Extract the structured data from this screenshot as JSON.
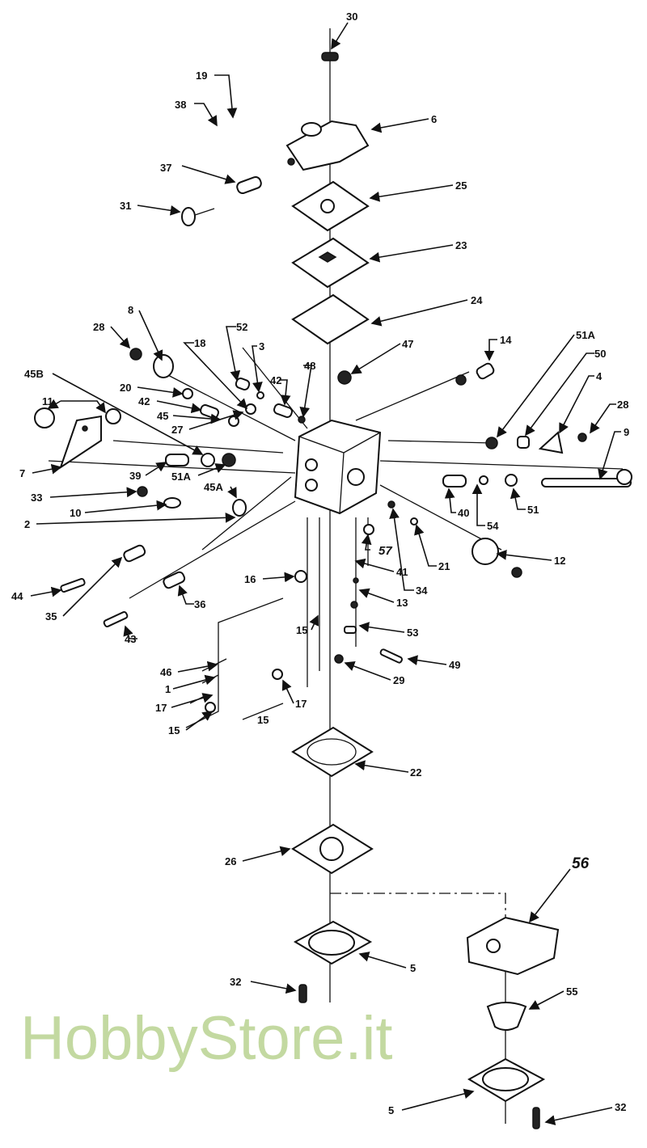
{
  "diagram": {
    "watermark": "HobbyStore.it",
    "labels": [
      "30",
      "19",
      "38",
      "6",
      "37",
      "31",
      "25",
      "23",
      "24",
      "8",
      "28",
      "18",
      "52",
      "3",
      "48",
      "47",
      "14",
      "51A",
      "50",
      "4",
      "28",
      "9",
      "45B",
      "20",
      "42",
      "45",
      "27",
      "11",
      "7",
      "39",
      "51A",
      "45A",
      "33",
      "10",
      "2",
      "40",
      "54",
      "51",
      "12",
      "21",
      "34",
      "57",
      "41",
      "13",
      "53",
      "49",
      "29",
      "16",
      "15",
      "17",
      "15",
      "46",
      "1",
      "17",
      "15",
      "44",
      "35",
      "36",
      "43",
      "22",
      "26",
      "56",
      "5",
      "32",
      "55",
      "5",
      "32",
      "42"
    ]
  }
}
